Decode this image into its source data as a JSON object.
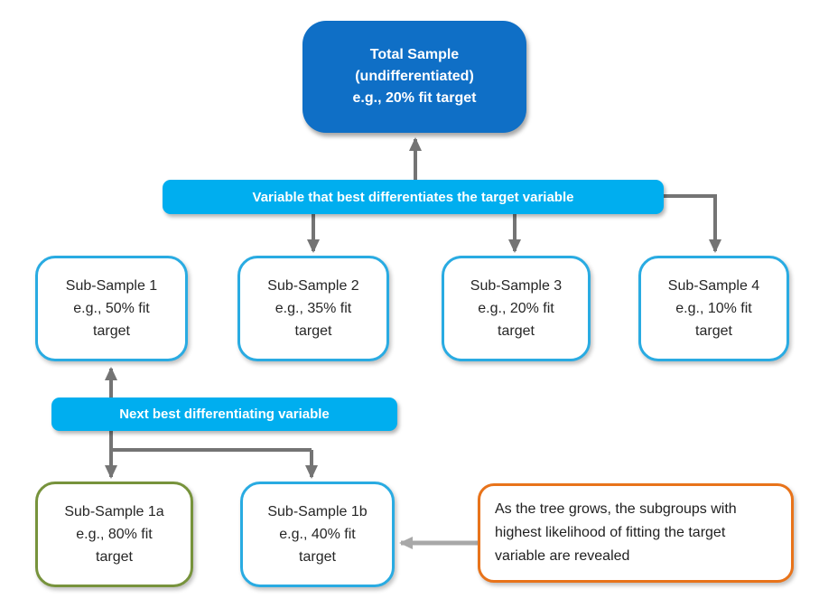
{
  "diagram": {
    "title_hint": "CHAID-style segmentation tree",
    "colors": {
      "root_fill": "#0F6FC6",
      "banner_fill": "#00AEEF",
      "sample_border": "#29ABE2",
      "leaf_1a_border": "#77933C",
      "note_border": "#E8731A",
      "arrow_dark": "#747474",
      "arrow_light": "#A8A8A8",
      "box_text": "#262626",
      "banner_text": "#FFFFFF"
    },
    "root": {
      "lines": [
        "Total Sample",
        "(undifferentiated)",
        "e.g., 20% fit target"
      ]
    },
    "banner1": {
      "label": "Variable that best differentiates the target variable"
    },
    "banner2": {
      "label": "Next best differentiating variable"
    },
    "sub_samples": [
      {
        "lines": [
          "Sub-Sample 1",
          "e.g., 50% fit",
          "target"
        ]
      },
      {
        "lines": [
          "Sub-Sample 2",
          "e.g., 35% fit",
          "target"
        ]
      },
      {
        "lines": [
          "Sub-Sample 3",
          "e.g., 20% fit",
          "target"
        ]
      },
      {
        "lines": [
          "Sub-Sample 4",
          "e.g., 10% fit",
          "target"
        ]
      }
    ],
    "leaf_samples": [
      {
        "lines": [
          "Sub-Sample 1a",
          "e.g., 80% fit",
          "target"
        ]
      },
      {
        "lines": [
          "Sub-Sample 1b",
          "e.g., 40% fit",
          "target"
        ]
      }
    ],
    "note": {
      "lines": [
        "As the tree grows, the subgroups with",
        "highest likelihood of fitting the target",
        "variable are revealed"
      ]
    }
  }
}
